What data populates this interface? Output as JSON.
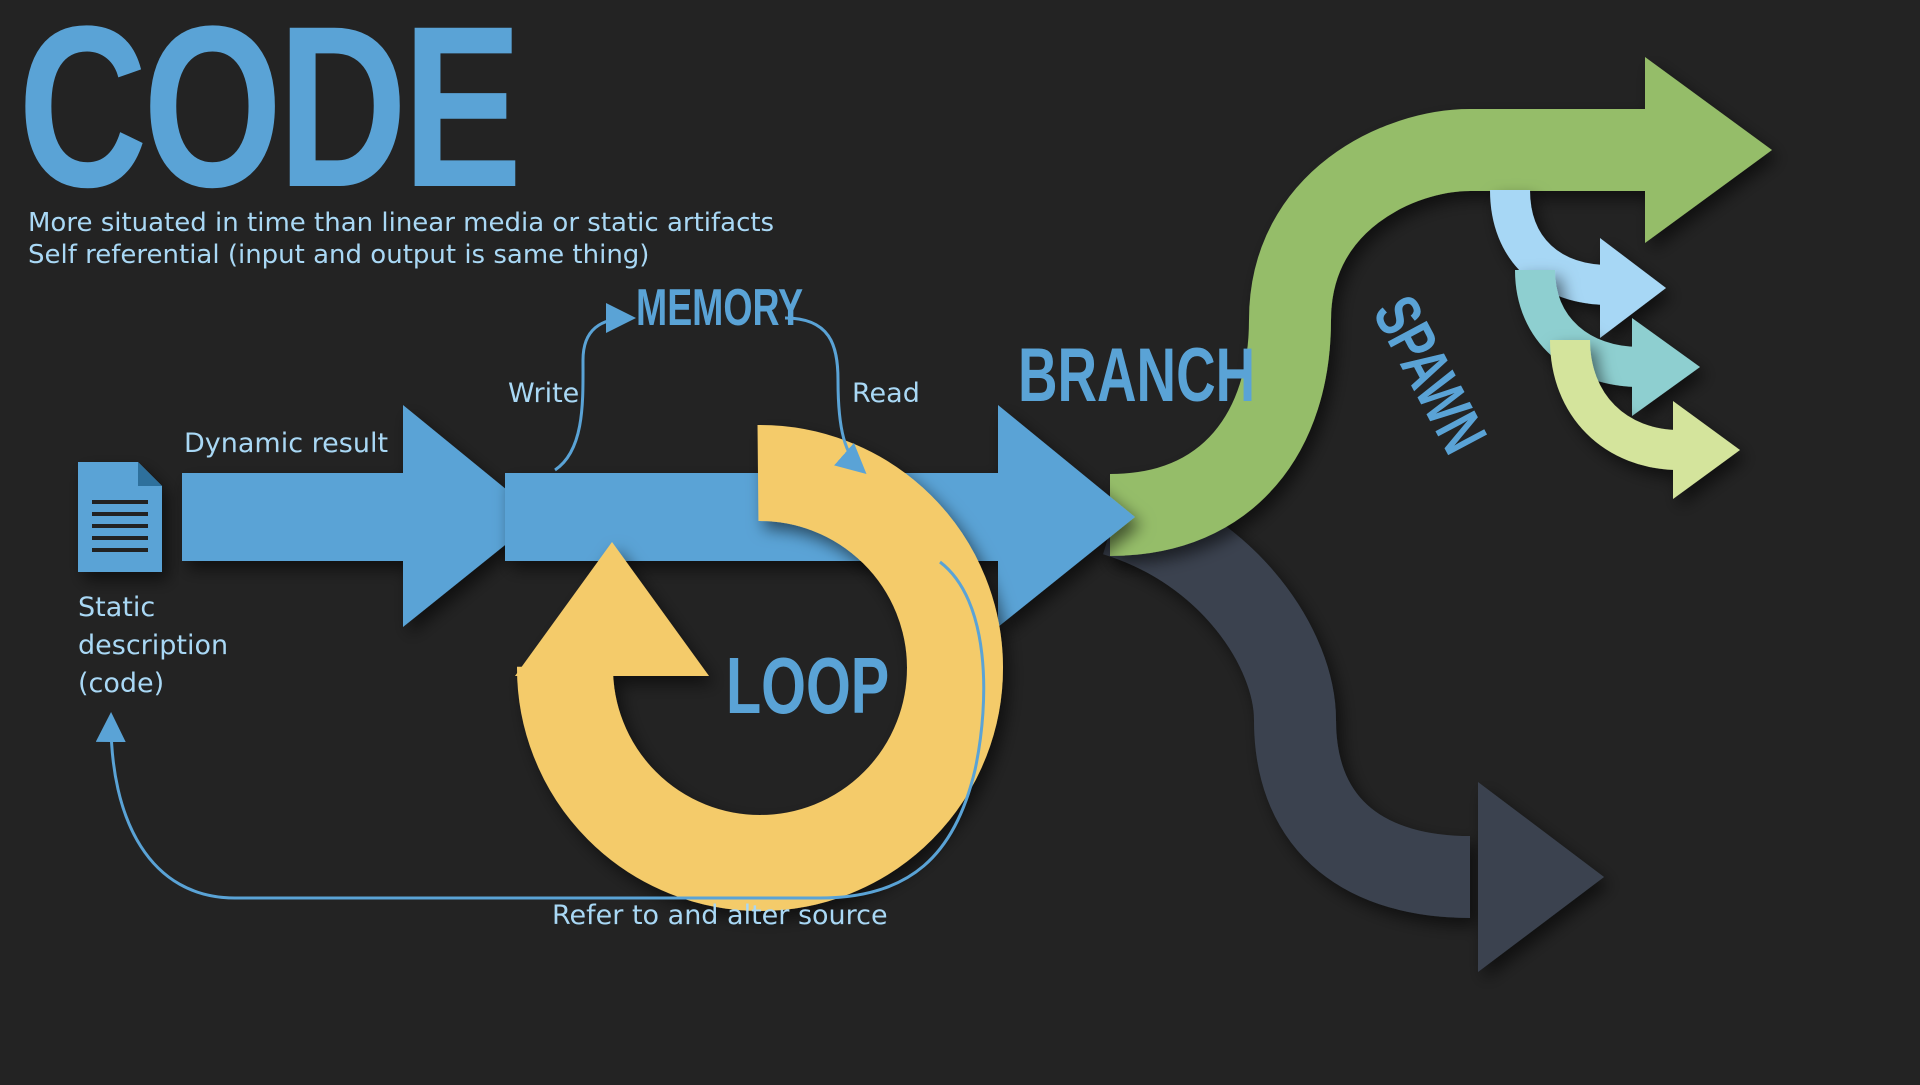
{
  "title": "CODE",
  "subtitle_lines": [
    "More situated in time than linear media or static artifacts",
    "Self referential (input and output is same thing)"
  ],
  "labels": {
    "dynamic_result": "Dynamic result",
    "write": "Write",
    "memory": "MEMORY",
    "read": "Read",
    "branch": "BRANCH",
    "spawn": "SPAWN",
    "loop": "LOOP",
    "static_desc_1": "Static",
    "static_desc_2": "description",
    "static_desc_3": "(code)",
    "refer": "Refer to and alter source"
  },
  "icons": {
    "document": "document-icon"
  },
  "colors": {
    "background": "#232323",
    "blue": "#5aa3d6",
    "light_blue_text": "#a9d8f5",
    "yellow": "#f4cb6b",
    "green": "#95bd69",
    "dark_slate": "#3b4350",
    "spawn_1": "#a7d7f5",
    "spawn_2": "#8ecfd0",
    "spawn_3": "#d4e49c"
  }
}
